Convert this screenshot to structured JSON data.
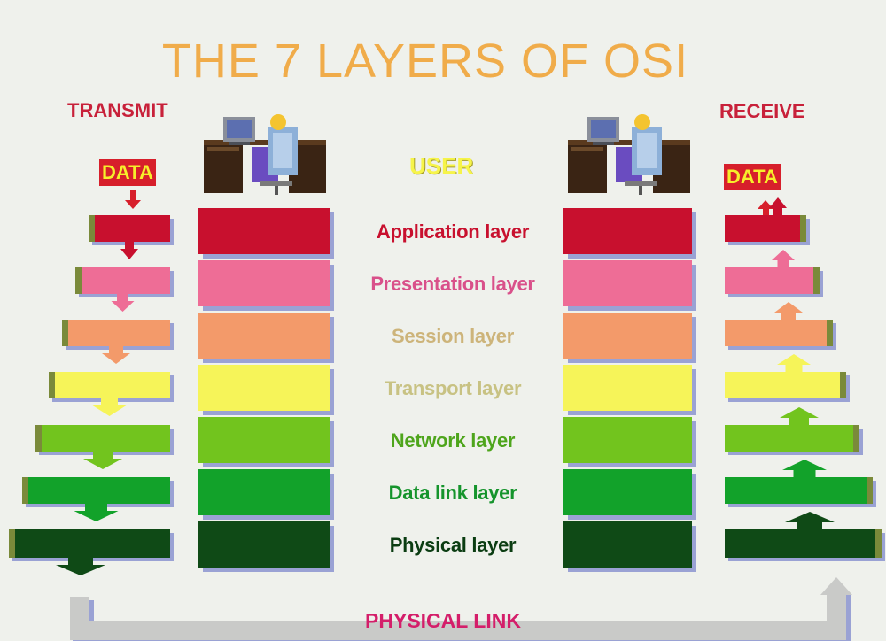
{
  "title": "THE 7 LAYERS OF OSI",
  "transmit_label": "TRANSMIT",
  "receive_label": "RECEIVE",
  "data_left": "DATA",
  "data_right": "DATA",
  "user_label": "USER",
  "physical_link_label": "PHYSICAL LINK",
  "icons": [
    "computer-user-icon",
    "computer-user-icon"
  ],
  "layers": [
    {
      "name": "Application layer",
      "color": "#c8102e",
      "text_color": "#c8102e"
    },
    {
      "name": "Presentation layer",
      "color": "#ee6d96",
      "text_color": "#d9508a"
    },
    {
      "name": "Session layer",
      "color": "#f39a6a",
      "text_color": "#cdb47a"
    },
    {
      "name": "Transport layer",
      "color": "#f6f459",
      "text_color": "#c8c283"
    },
    {
      "name": "Network layer",
      "color": "#72c41e",
      "text_color": "#4ea51c"
    },
    {
      "name": "Data link layer",
      "color": "#12a22a",
      "text_color": "#15942c"
    },
    {
      "name": "Physical layer",
      "color": "#0f4a16",
      "text_color": "#0b3d12"
    }
  ],
  "colors": {
    "title": "#f0ac4a",
    "labels": "#c8213a",
    "data_box": "#d71f2b",
    "physical_link": "#c9cac8"
  }
}
